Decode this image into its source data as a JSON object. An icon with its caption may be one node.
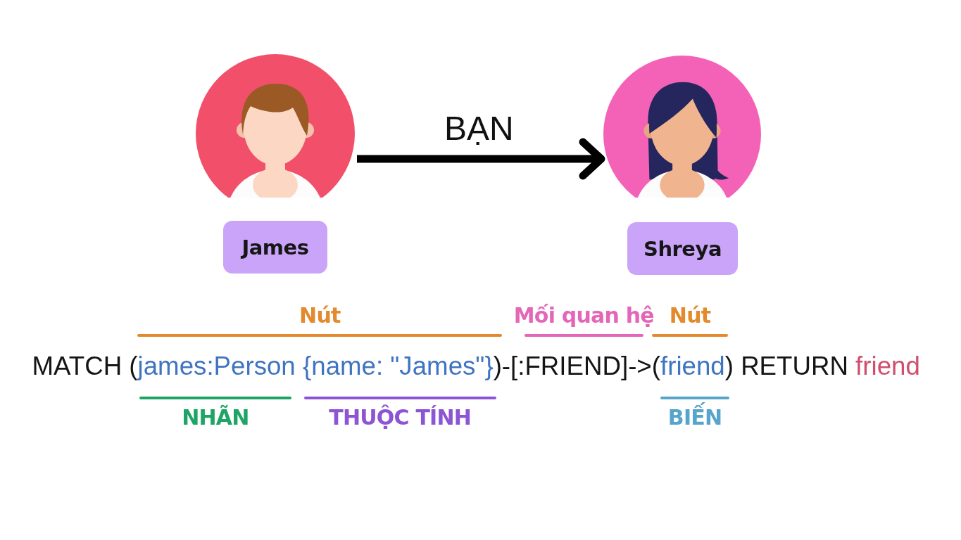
{
  "diagram": {
    "nodes": [
      {
        "text": [],
        "shape": "person"
      },
      {
        "text": [],
        "shape": "person"
      },
      {
        "text": [
          "James"
        ]
      },
      {
        "text": [
          "Shreya"
        ]
      }
    ],
    "edges": [
      {
        "from": 0,
        "to": 1,
        "arrow": "to",
        "label": "BẠN"
      }
    ],
    "labels": [
      "Nút",
      "Mối quan hệ",
      "Nút",
      "MATCH (james:Person {name: \"James\"})-[:FRIEND]->(friend) RETURN friend",
      "NHÃN",
      "THUỘC TÍNH",
      "BIẾN"
    ]
  }
}
